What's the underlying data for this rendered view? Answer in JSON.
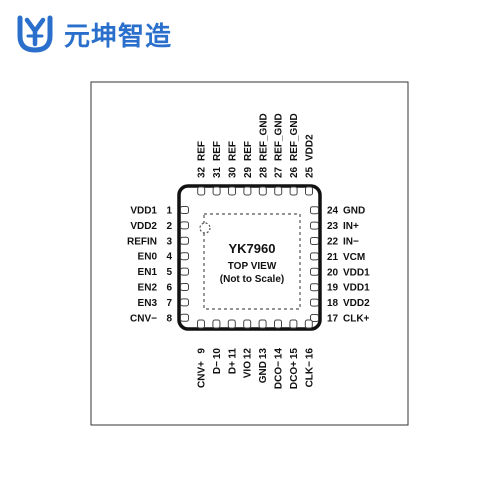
{
  "brand": {
    "company_name": "元坤智造",
    "logo_icon": "yk-logo-icon",
    "brand_color": "#2a6fcb"
  },
  "chip": {
    "part_number": "YK7960",
    "view_line1": "TOP VIEW",
    "view_line2": "(Not to Scale)",
    "left_pins": [
      {
        "num": "1",
        "name": "VDD1"
      },
      {
        "num": "2",
        "name": "VDD2"
      },
      {
        "num": "3",
        "name": "REFIN"
      },
      {
        "num": "4",
        "name": "EN0"
      },
      {
        "num": "5",
        "name": "EN1"
      },
      {
        "num": "6",
        "name": "EN2"
      },
      {
        "num": "7",
        "name": "EN3"
      },
      {
        "num": "8",
        "name": "CNV−"
      }
    ],
    "bottom_pins": [
      {
        "num": "9",
        "name": "CNV+"
      },
      {
        "num": "10",
        "name": "D−"
      },
      {
        "num": "11",
        "name": "D+"
      },
      {
        "num": "12",
        "name": "VIO"
      },
      {
        "num": "13",
        "name": "GND"
      },
      {
        "num": "14",
        "name": "DCO−"
      },
      {
        "num": "15",
        "name": "DCO+"
      },
      {
        "num": "16",
        "name": "CLK−"
      }
    ],
    "right_pins": [
      {
        "num": "17",
        "name": "CLK+"
      },
      {
        "num": "18",
        "name": "VDD2"
      },
      {
        "num": "19",
        "name": "VDD1"
      },
      {
        "num": "20",
        "name": "VDD1"
      },
      {
        "num": "21",
        "name": "VCM"
      },
      {
        "num": "22",
        "name": "IN−"
      },
      {
        "num": "23",
        "name": "IN+"
      },
      {
        "num": "24",
        "name": "GND"
      }
    ],
    "top_pins": [
      {
        "num": "25",
        "name": "VDD2"
      },
      {
        "num": "26",
        "name": "REF_GND"
      },
      {
        "num": "27",
        "name": "REF_GND"
      },
      {
        "num": "28",
        "name": "REF_GND"
      },
      {
        "num": "29",
        "name": "REF"
      },
      {
        "num": "30",
        "name": "REF"
      },
      {
        "num": "31",
        "name": "REF"
      },
      {
        "num": "32",
        "name": "REF"
      }
    ]
  }
}
